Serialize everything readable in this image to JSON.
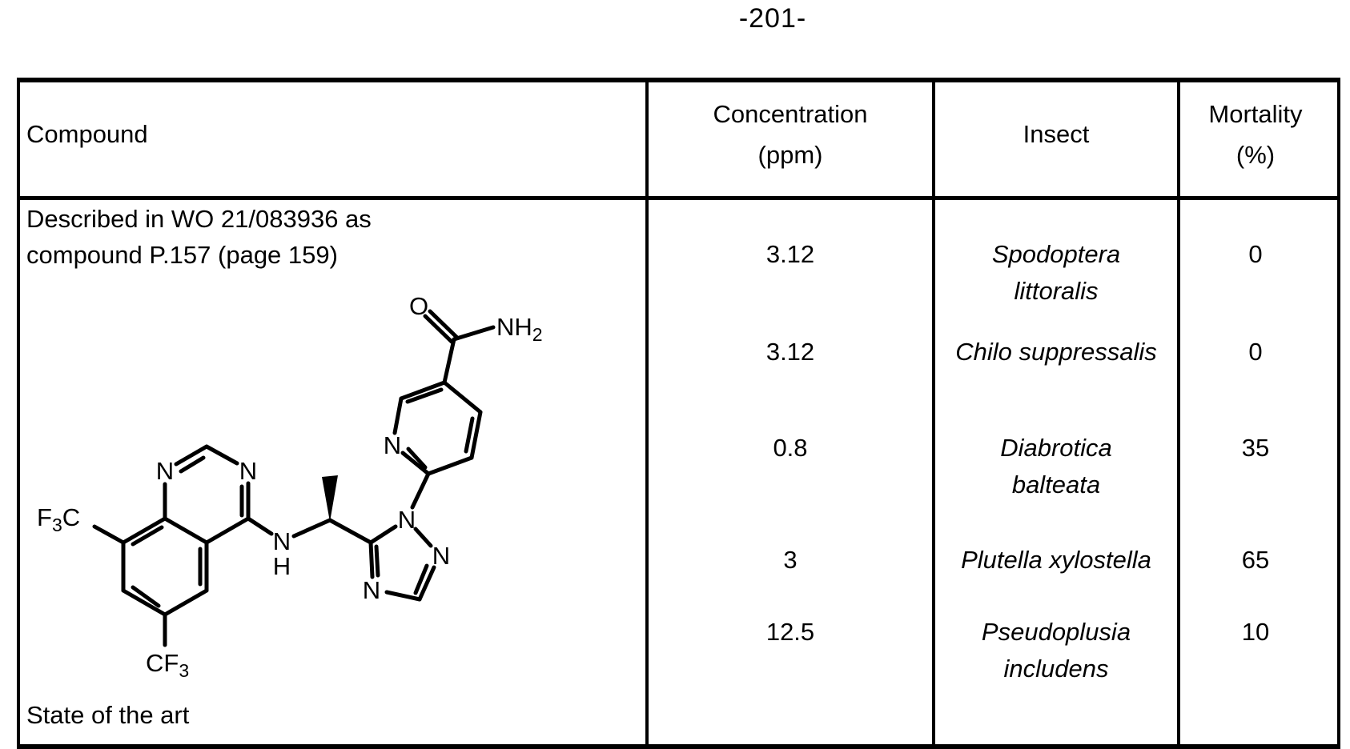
{
  "page": {
    "number": "-201-"
  },
  "table": {
    "header": {
      "compound": "Compound",
      "concentration_l1": "Concentration",
      "concentration_l2": "(ppm)",
      "insect": "Insect",
      "mortality_l1": "Mortality",
      "mortality_l2": "(%)"
    },
    "compound_cell": {
      "description_l1": "Described in WO 21/083936 as",
      "description_l2": "compound P.157 (page 159)",
      "footer": "State of the art"
    },
    "rows": [
      {
        "concentration": "3.12",
        "insect_l1": "Spodoptera",
        "insect_l2": "littoralis",
        "mortality": "0"
      },
      {
        "concentration": "3.12",
        "insect_l1": "Chilo suppressalis",
        "insect_l2": "",
        "mortality": "0"
      },
      {
        "concentration": "0.8",
        "insect_l1": "Diabrotica",
        "insect_l2": "balteata",
        "mortality": "35"
      },
      {
        "concentration": "3",
        "insect_l1": "Plutella xylostella",
        "insect_l2": "",
        "mortality": "65"
      },
      {
        "concentration": "12.5",
        "insect_l1": "Pseudoplusia",
        "insect_l2": "includens",
        "mortality": "10"
      }
    ]
  },
  "molecule": {
    "labels": {
      "n": "N",
      "h": "H",
      "o": "O",
      "nh": "NH",
      "nh_sub": "2",
      "f": "F",
      "f_sub": "3",
      "f_c": "C",
      "cf": "CF",
      "cf_sub": "3"
    }
  }
}
